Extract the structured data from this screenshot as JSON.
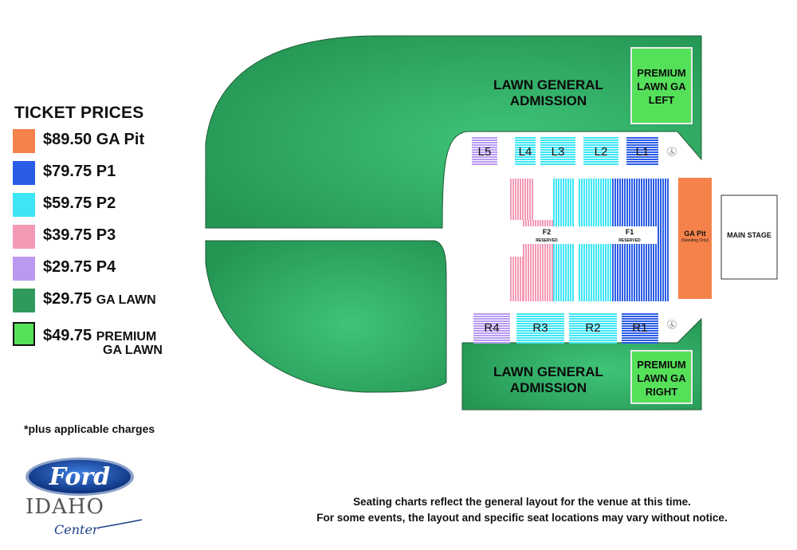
{
  "legend": {
    "title": "TICKET PRICES",
    "items": [
      {
        "price": "$89.50",
        "name": "GA Pit",
        "sub": "",
        "color": "#f5824a"
      },
      {
        "price": "$79.75",
        "name": "P1",
        "sub": "",
        "color": "#2b5ce6"
      },
      {
        "price": "$59.75",
        "name": "P2",
        "sub": "",
        "color": "#3ee6f5"
      },
      {
        "price": "$39.75",
        "name": "P3",
        "sub": "",
        "color": "#f59ab5"
      },
      {
        "price": "$29.75",
        "name": "P4",
        "sub": "",
        "color": "#b99af0"
      },
      {
        "price": "$29.75",
        "name": "GA LAWN",
        "sub": "",
        "color": "#2f9a5c"
      },
      {
        "price": "$49.75",
        "name": "PREMIUM",
        "sub": "GA LAWN",
        "color": "#55e05a"
      }
    ]
  },
  "notes": {
    "charges": "*plus applicable charges",
    "disclaimer_line1": "Seating charts reflect the general layout for the venue at this time.",
    "disclaimer_line2": "For some events, the layout and specific seat locations may vary without notice."
  },
  "logo": {
    "brand": "Ford",
    "venue": "IDAHO",
    "script": "Center"
  },
  "map": {
    "lawn_top": {
      "line1": "LAWN GENERAL",
      "line2": "ADMISSION"
    },
    "lawn_bottom": {
      "line1": "LAWN GENERAL",
      "line2": "ADMISSION"
    },
    "premium_left": {
      "line1": "PREMIUM",
      "line2": "LAWN GA",
      "line3": "LEFT"
    },
    "premium_right": {
      "line1": "PREMIUM",
      "line2": "LAWN GA",
      "line3": "RIGHT"
    },
    "upper_sections": [
      "L5",
      "L4",
      "L3",
      "L2",
      "L1"
    ],
    "lower_sections": [
      "R4",
      "R3",
      "R2",
      "R1"
    ],
    "f2": {
      "name": "F2",
      "note": "RESERVED"
    },
    "f1": {
      "name": "F1",
      "note": "RESERVED"
    },
    "ga_pit": {
      "name": "GA Pit",
      "note": "(Standing Only)"
    },
    "stage": "MAIN STAGE",
    "accessible_icon": "wheelchair-icon"
  }
}
